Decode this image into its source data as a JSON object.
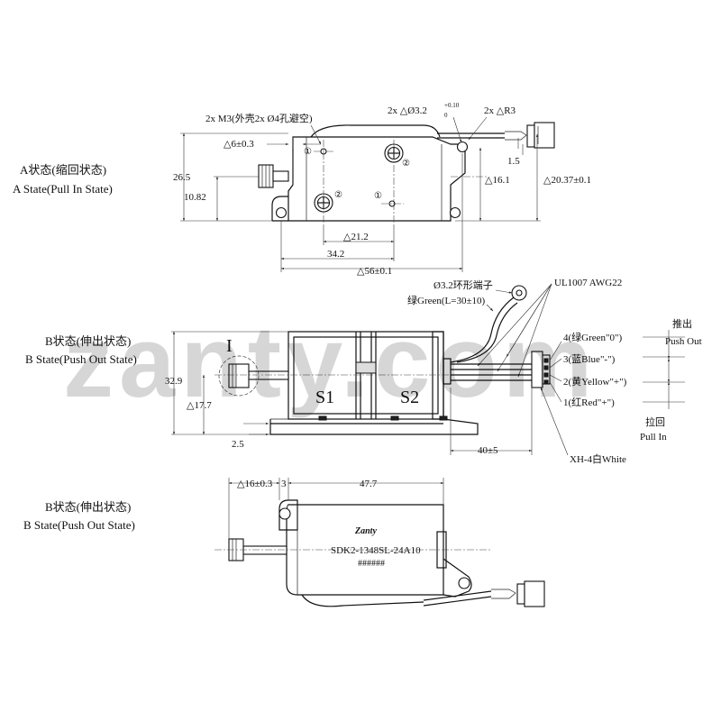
{
  "watermark": "zanty.com",
  "views": {
    "a_state": {
      "label_cn": "A状态(缩回状态)",
      "label_en": "A State(Pull In State)",
      "dims": {
        "m3": "2x M3(外壳2x Ø4孔避空)",
        "hole": "2x △Ø3.2",
        "hole_tol_top": "+0.10",
        "hole_tol_bot": "0",
        "r3": "2x △R3",
        "d6": "△6±0.3",
        "h26_5": "26.5",
        "h10_82": "10.82",
        "h16_1": "△16.1",
        "h20_37": "△20.37±0.1",
        "d1_5": "1.5",
        "d21_2": "△21.2",
        "d34_2": "34.2",
        "d56": "△56±0.1"
      },
      "markers": [
        "①",
        "②",
        "②",
        "①"
      ]
    },
    "b_state_side": {
      "label_cn": "B状态(伸出状态)",
      "label_en": "B State(Push Out State)",
      "detail": "I",
      "coils": [
        "S1",
        "S2"
      ],
      "dims": {
        "h32_9": "32.9",
        "h17_7": "△17.7",
        "d2_5": "2.5",
        "d40": "40±5",
        "terminal": "Ø3.2环形端子",
        "green_wire": "绿Green(L=30±10)",
        "wire_spec": "UL1007 AWG22",
        "connector": "XH-4白White"
      },
      "pins": [
        "4(绿Green\"0\")",
        "3(蓝Blue\"-\")",
        "2(黄Yellow\"+\")",
        "1(红Red\"+\")"
      ],
      "push_out_cn": "推出",
      "push_out_en": "Push Out",
      "pull_in_cn": "拉回",
      "pull_in_en": "Pull In"
    },
    "b_state_top": {
      "label_cn": "B状态(伸出状态)",
      "label_en": "B State(Push Out State)",
      "dims": {
        "d16": "△16±0.3",
        "d3": "3",
        "d47_7": "47.7"
      },
      "brand": "Zanty",
      "model": "SDK2-1348SL-24A10",
      "serial": "######"
    }
  }
}
